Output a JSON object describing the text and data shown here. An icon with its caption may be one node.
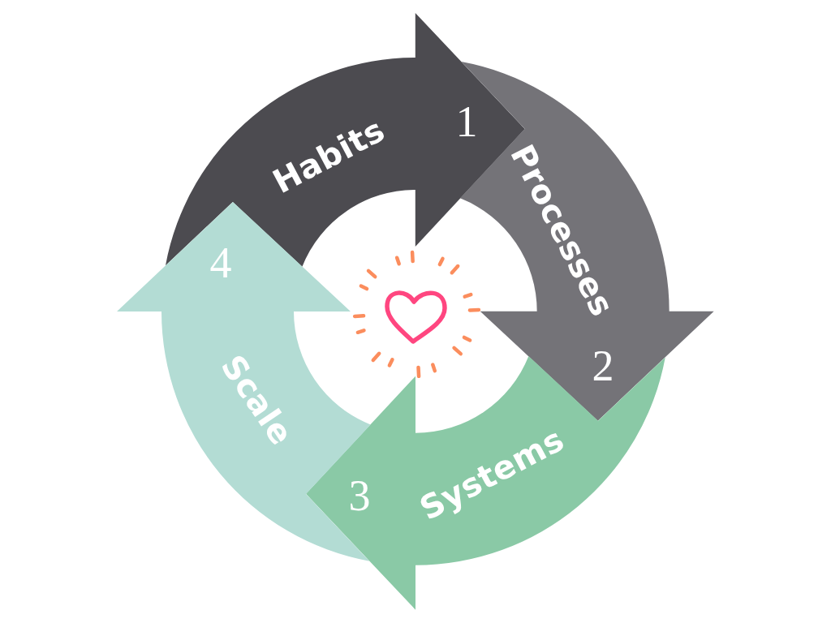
{
  "diagram": {
    "nodes": [
      {
        "text": [
          "Habits",
          "1"
        ]
      },
      {
        "text": [
          "Processes",
          "2"
        ]
      },
      {
        "text": [
          "Systems",
          "3"
        ]
      },
      {
        "text": [
          "Scale",
          "4"
        ]
      }
    ]
  }
}
